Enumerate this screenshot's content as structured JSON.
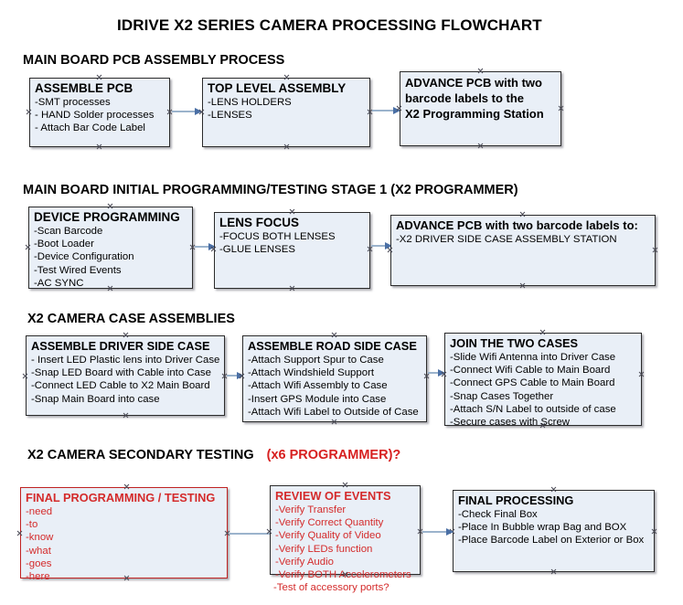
{
  "document": {
    "title": "IDRIVE X2  SERIES CAMERA PROCESSING FLOWCHART"
  },
  "colors": {
    "node_fill": "#e9eff7",
    "node_border": "#2b2b2b",
    "red_accent": "#d42b2b",
    "arrow": "#9bb3cc",
    "arrow_head": "#4a6fa5"
  },
  "sections": [
    {
      "id": "main-board-pcb-assembly",
      "heading": "MAIN BOARD PCB ASSEMBLY PROCESS",
      "nodes": [
        {
          "id": "assemble-pcb",
          "header": "ASSEMBLE PCB",
          "lines": [
            "-SMT processes",
            "- HAND Solder processes",
            "- Attach Bar Code Label"
          ]
        },
        {
          "id": "top-level-assembly",
          "header": "TOP LEVEL ASSEMBLY",
          "lines": [
            "-LENS HOLDERS",
            "-LENSES"
          ]
        },
        {
          "id": "advance-pcb-to-programming-station",
          "header": "",
          "lines": [
            "ADVANCE PCB with two",
            "barcode labels to the",
            " X2 Programming Station"
          ]
        }
      ]
    },
    {
      "id": "main-board-initial-programming",
      "heading": "MAIN BOARD INITIAL PROGRAMMING/TESTING STAGE 1 (X2 PROGRAMMER)",
      "nodes": [
        {
          "id": "device-programming",
          "header": "DEVICE PROGRAMMING",
          "lines": [
            "-Scan Barcode",
            "-Boot Loader",
            "-Device Configuration",
            "-Test Wired Events",
            "-AC SYNC"
          ]
        },
        {
          "id": "lens-focus",
          "header": "LENS FOCUS",
          "lines": [
            "-FOCUS BOTH LENSES",
            "-GLUE LENSES"
          ]
        },
        {
          "id": "advance-pcb-to-driver-side-case",
          "header": "ADVANCE PCB with two barcode labels to:",
          "lines": [
            "-X2 DRIVER  SIDE  CASE  ASSEMBLY STATION"
          ]
        }
      ]
    },
    {
      "id": "x2-camera-case-assemblies",
      "heading": "X2 CAMERA CASE ASSEMBLIES",
      "nodes": [
        {
          "id": "assemble-driver-side-case",
          "header": "ASSEMBLE DRIVER SIDE CASE",
          "lines": [
            "- Insert LED Plastic lens into Driver Case",
            "-Snap LED Board with Cable into Case",
            "-Connect LED Cable to X2 Main Board",
            "-Snap Main Board into case"
          ]
        },
        {
          "id": "assemble-road-side-case",
          "header": "ASSEMBLE ROAD SIDE CASE",
          "lines": [
            "-Attach Support Spur to Case",
            "-Attach Windshield Support",
            "-Attach Wifi Assembly to Case",
            "-Insert GPS Module into Case",
            "-Attach Wifi Label to Outside of Case"
          ]
        },
        {
          "id": "join-the-two-cases",
          "header": "JOIN THE TWO CASES",
          "lines": [
            "-Slide Wifi Antenna into Driver Case",
            "-Connect Wifi Cable to Main Board",
            "-Connect GPS Cable to Main Board",
            "-Snap Cases Together",
            "-Attach S/N Label to outside of case",
            "-Secure cases with Screw"
          ]
        }
      ]
    },
    {
      "id": "x2-camera-secondary-testing",
      "heading": "X2 CAMERA SECONDARY TESTING",
      "heading_accent": "(x6 PROGRAMMER)?",
      "nodes": [
        {
          "id": "final-programming-testing",
          "header": "FINAL PROGRAMMING / TESTING",
          "lines": [
            "-need",
            "-to",
            "-know",
            "-what",
            "-goes",
            "-here"
          ]
        },
        {
          "id": "review-of-events",
          "header": "REVIEW OF EVENTS",
          "lines": [
            "-Verify Transfer",
            "-Verify Correct Quantity",
            "-Verify Quality of Video",
            "-Verify LEDs function",
            "-Verify Audio",
            "-Verify BOTH Accelerometers",
            "-Test of accessory ports?"
          ]
        },
        {
          "id": "final-processing",
          "header": "FINAL PROCESSING",
          "lines": [
            " -Check Final Box",
            "-Place In Bubble wrap Bag and BOX",
            "-Place Barcode Label on Exterior or Box"
          ]
        }
      ]
    }
  ]
}
